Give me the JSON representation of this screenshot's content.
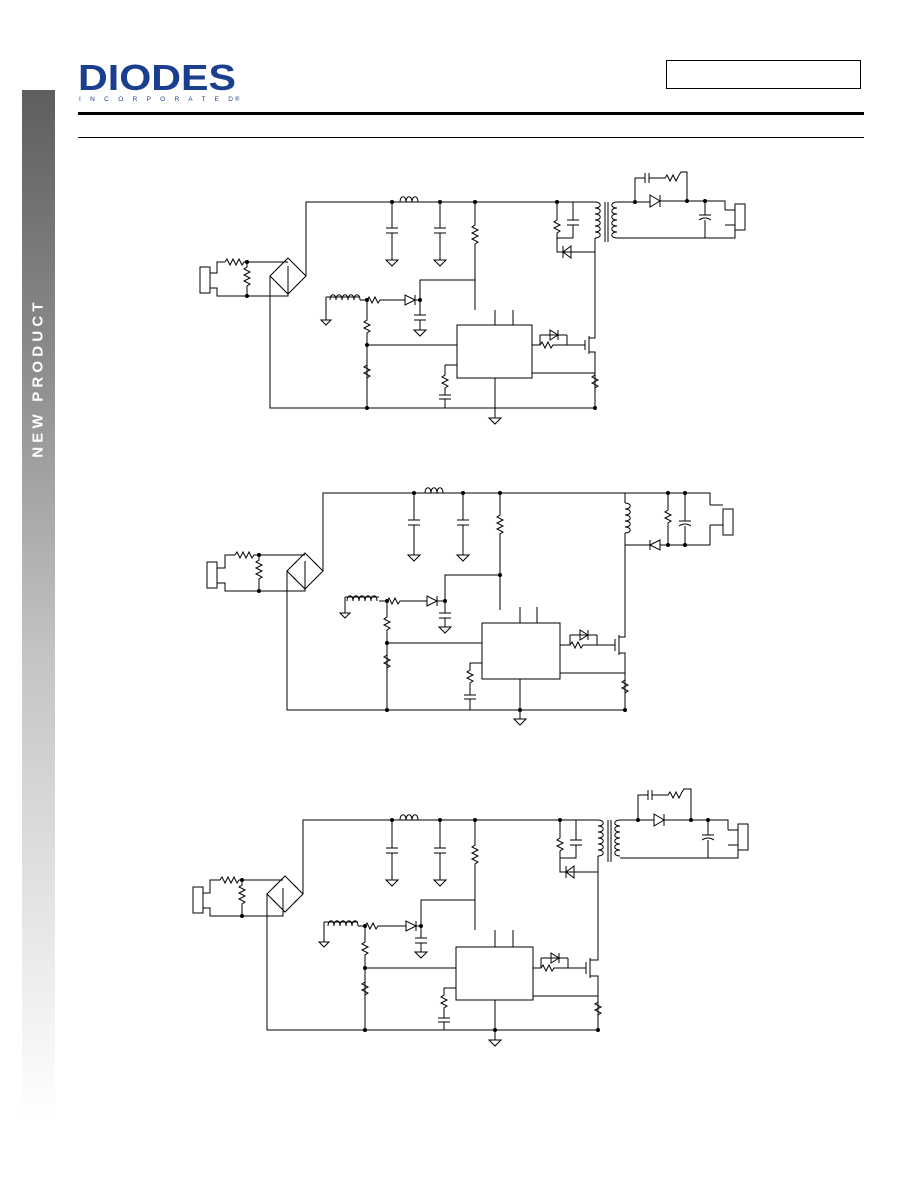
{
  "header": {
    "logo": {
      "brand": "DIODES",
      "sub": "I N C O R P O R A T E D",
      "mark": "®",
      "color": "#1b3f8f"
    },
    "part_box_text": ""
  },
  "sidebar": {
    "label": "NEW PRODUCT",
    "band_color": "#6e6e6e"
  },
  "schematics": [
    {
      "name": "flyback-circuit-1",
      "topology": "flyback",
      "secondary_rc_snubber": true
    },
    {
      "name": "buck-boost-circuit",
      "topology": "buck-boost",
      "secondary_rc_snubber": false
    },
    {
      "name": "flyback-circuit-2",
      "topology": "flyback",
      "secondary_rc_snubber": true
    }
  ]
}
